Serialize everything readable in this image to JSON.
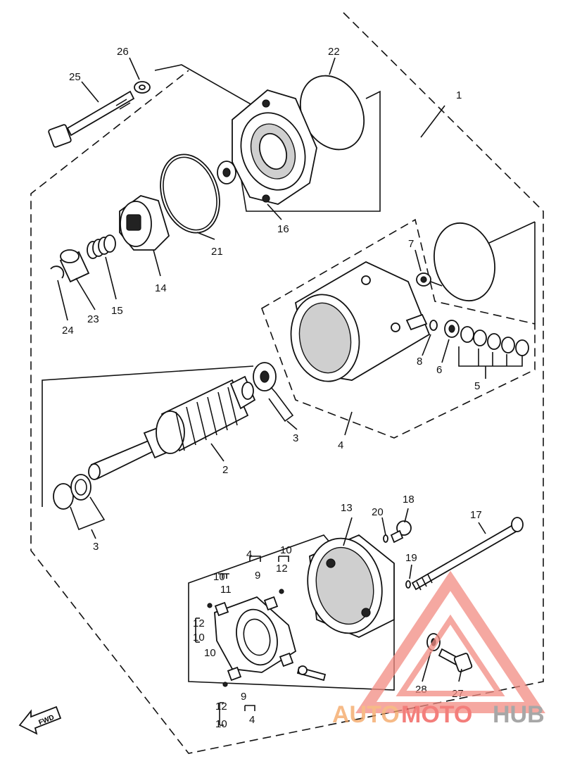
{
  "callouts": {
    "c1": "1",
    "c2": "2",
    "c3a": "3",
    "c3b": "3",
    "c4a": "4",
    "c4b": "4",
    "c4c": "4",
    "c5": "5",
    "c6": "6",
    "c7": "7",
    "c8": "8",
    "c9a": "9",
    "c9b": "9",
    "c10a": "10",
    "c10b": "10",
    "c10c": "10",
    "c10d": "10",
    "c10e": "10",
    "c11": "11",
    "c12a": "12",
    "c12b": "12",
    "c12c": "12",
    "c13": "13",
    "c14": "14",
    "c15": "15",
    "c16": "16",
    "c17": "17",
    "c18": "18",
    "c19": "19",
    "c20": "20",
    "c21": "21",
    "c22": "22",
    "c23": "23",
    "c24": "24",
    "c25": "25",
    "c26": "26",
    "c27": "27",
    "c28": "28"
  },
  "fwd_label": "FWD",
  "watermark": {
    "part1": "AUTO",
    "part2": "MOTO",
    "part3": "HUB",
    "color1": "#f4a460",
    "color2": "#ef5350",
    "color3": "#8a8a8a"
  },
  "colors": {
    "line": "#111111",
    "watermark_triangle": "#f28b82"
  }
}
